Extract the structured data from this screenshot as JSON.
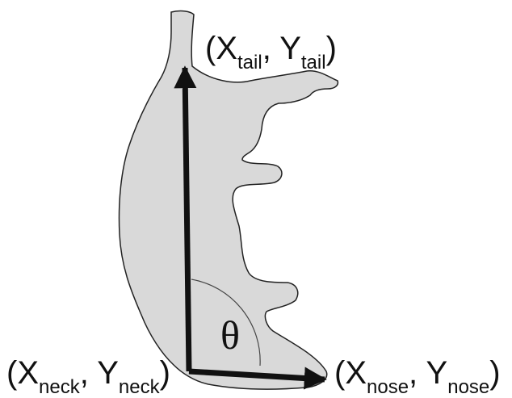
{
  "colors": {
    "body_fill": "#d9d9d9",
    "outline": "#222222",
    "arrow": "#111111",
    "background": "#ffffff"
  },
  "labels": {
    "tail": {
      "open": "(X",
      "x_sub": "tail",
      "sep": ", Y",
      "y_sub": "tail",
      "close": ")"
    },
    "neck": {
      "open": "(X",
      "x_sub": "neck",
      "sep": ", Y",
      "y_sub": "neck",
      "close": ")"
    },
    "nose": {
      "open": "(X",
      "x_sub": "nose",
      "sep": ", Y",
      "y_sub": "nose",
      "close": ")"
    },
    "angle": "θ"
  }
}
